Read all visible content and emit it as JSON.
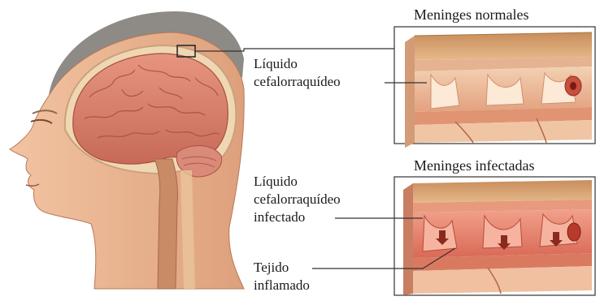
{
  "titles": {
    "normal": "Meninges normales",
    "infected": "Meninges infectadas"
  },
  "labels": {
    "csf": [
      "Líquido",
      "cefalorraquídeo"
    ],
    "infected_csf": [
      "Líquido",
      "cefalorraquídeo",
      "infectado"
    ],
    "inflamed": [
      "Tejido",
      "inflamado"
    ]
  },
  "colors": {
    "skin": "#e9b089",
    "hair": "#8d8a86",
    "brain": "#d97f6c",
    "tissue_normal": "#e8a98a",
    "tissue_infected": "#e5806c",
    "line": "#333333"
  }
}
